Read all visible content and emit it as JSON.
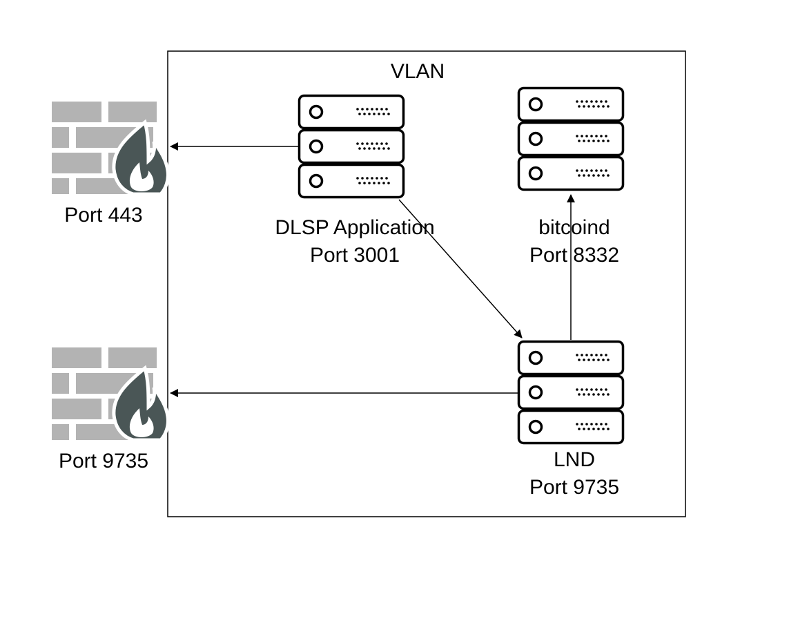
{
  "vlan": {
    "label": "VLAN"
  },
  "firewalls": [
    {
      "label": "Port 443",
      "icon": "firewall-icon"
    },
    {
      "label": "Port 9735",
      "icon": "firewall-icon"
    }
  ],
  "servers": {
    "dlsp": {
      "name": "DLSP Application",
      "port": "Port 3001",
      "icon": "server-rack-icon"
    },
    "bitcoind": {
      "name": "bitcoind",
      "port": "Port 8332",
      "icon": "server-rack-icon"
    },
    "lnd": {
      "name": "LND",
      "port": "Port 9735",
      "icon": "server-rack-icon"
    }
  },
  "colors": {
    "wall": "#b3b3b3",
    "flame": "#4a5656",
    "stroke": "#000000"
  }
}
